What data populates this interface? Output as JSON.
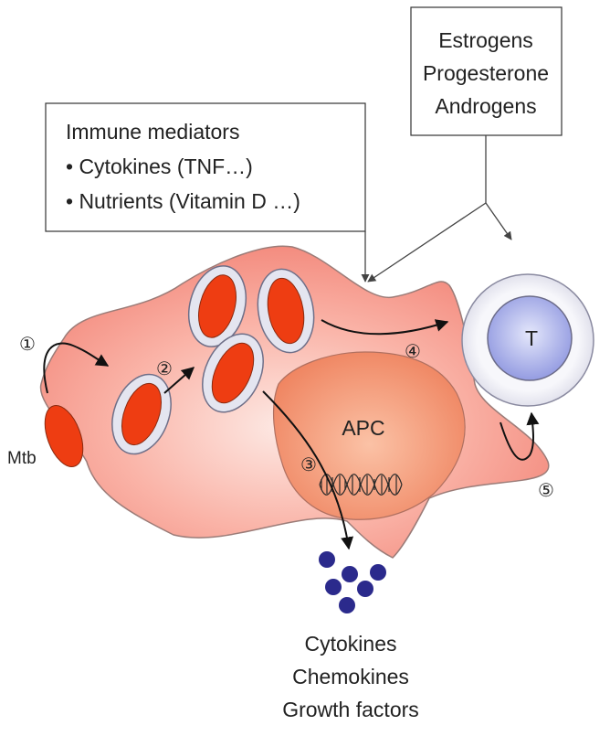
{
  "sex_hormones_box": {
    "lines": [
      "Estrogens",
      "Progesterone",
      "Androgens"
    ]
  },
  "immune_mediators_box": {
    "title": "Immune mediators",
    "items": [
      "• Cytokines (TNF…)",
      "• Nutrients (Vitamin D …)"
    ]
  },
  "labels": {
    "apc": "APC",
    "t_cell": "T",
    "mtb": "Mtb"
  },
  "steps": [
    "①",
    "②",
    "③",
    "④",
    "⑤"
  ],
  "secreted_products": [
    "Cytokines",
    "Chemokines",
    "Growth factors"
  ],
  "colors": {
    "macrophage_fill": "#f6a49c",
    "nucleus_fill": "#f08a6a",
    "bacterium_fill": "#ee3d12",
    "vacuole_fill": "#e6e6f0",
    "t_cell_outer": "#ebebf2",
    "t_cell_inner": "#9fa6e4",
    "secreted_dots": "#2b2a8c"
  }
}
